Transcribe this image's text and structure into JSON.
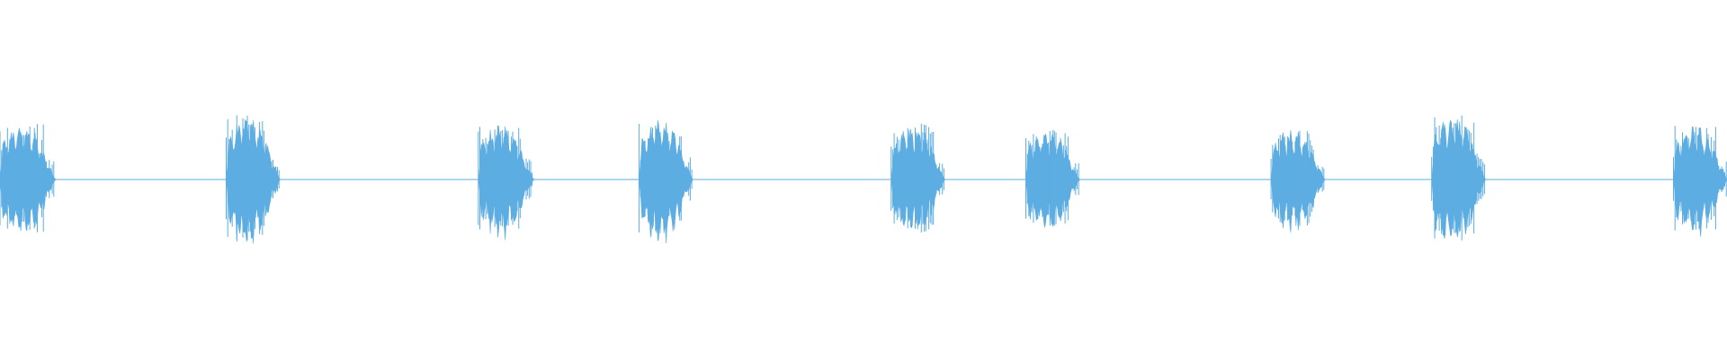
{
  "waveform": {
    "color": "#5dade2",
    "baseline_amplitude": 0.01,
    "peak_amplitude_max": 1.0,
    "bursts": [
      {
        "start": 0.0,
        "end": 0.032,
        "peak": 0.52
      },
      {
        "start": 0.131,
        "end": 0.162,
        "peak": 0.6
      },
      {
        "start": 0.277,
        "end": 0.309,
        "peak": 0.52
      },
      {
        "start": 0.37,
        "end": 0.401,
        "peak": 0.56
      },
      {
        "start": 0.516,
        "end": 0.547,
        "peak": 0.52
      },
      {
        "start": 0.594,
        "end": 0.625,
        "peak": 0.47
      },
      {
        "start": 0.736,
        "end": 0.767,
        "peak": 0.47
      },
      {
        "start": 0.829,
        "end": 0.86,
        "peak": 0.6
      },
      {
        "start": 0.969,
        "end": 1.0,
        "peak": 0.5
      }
    ]
  }
}
